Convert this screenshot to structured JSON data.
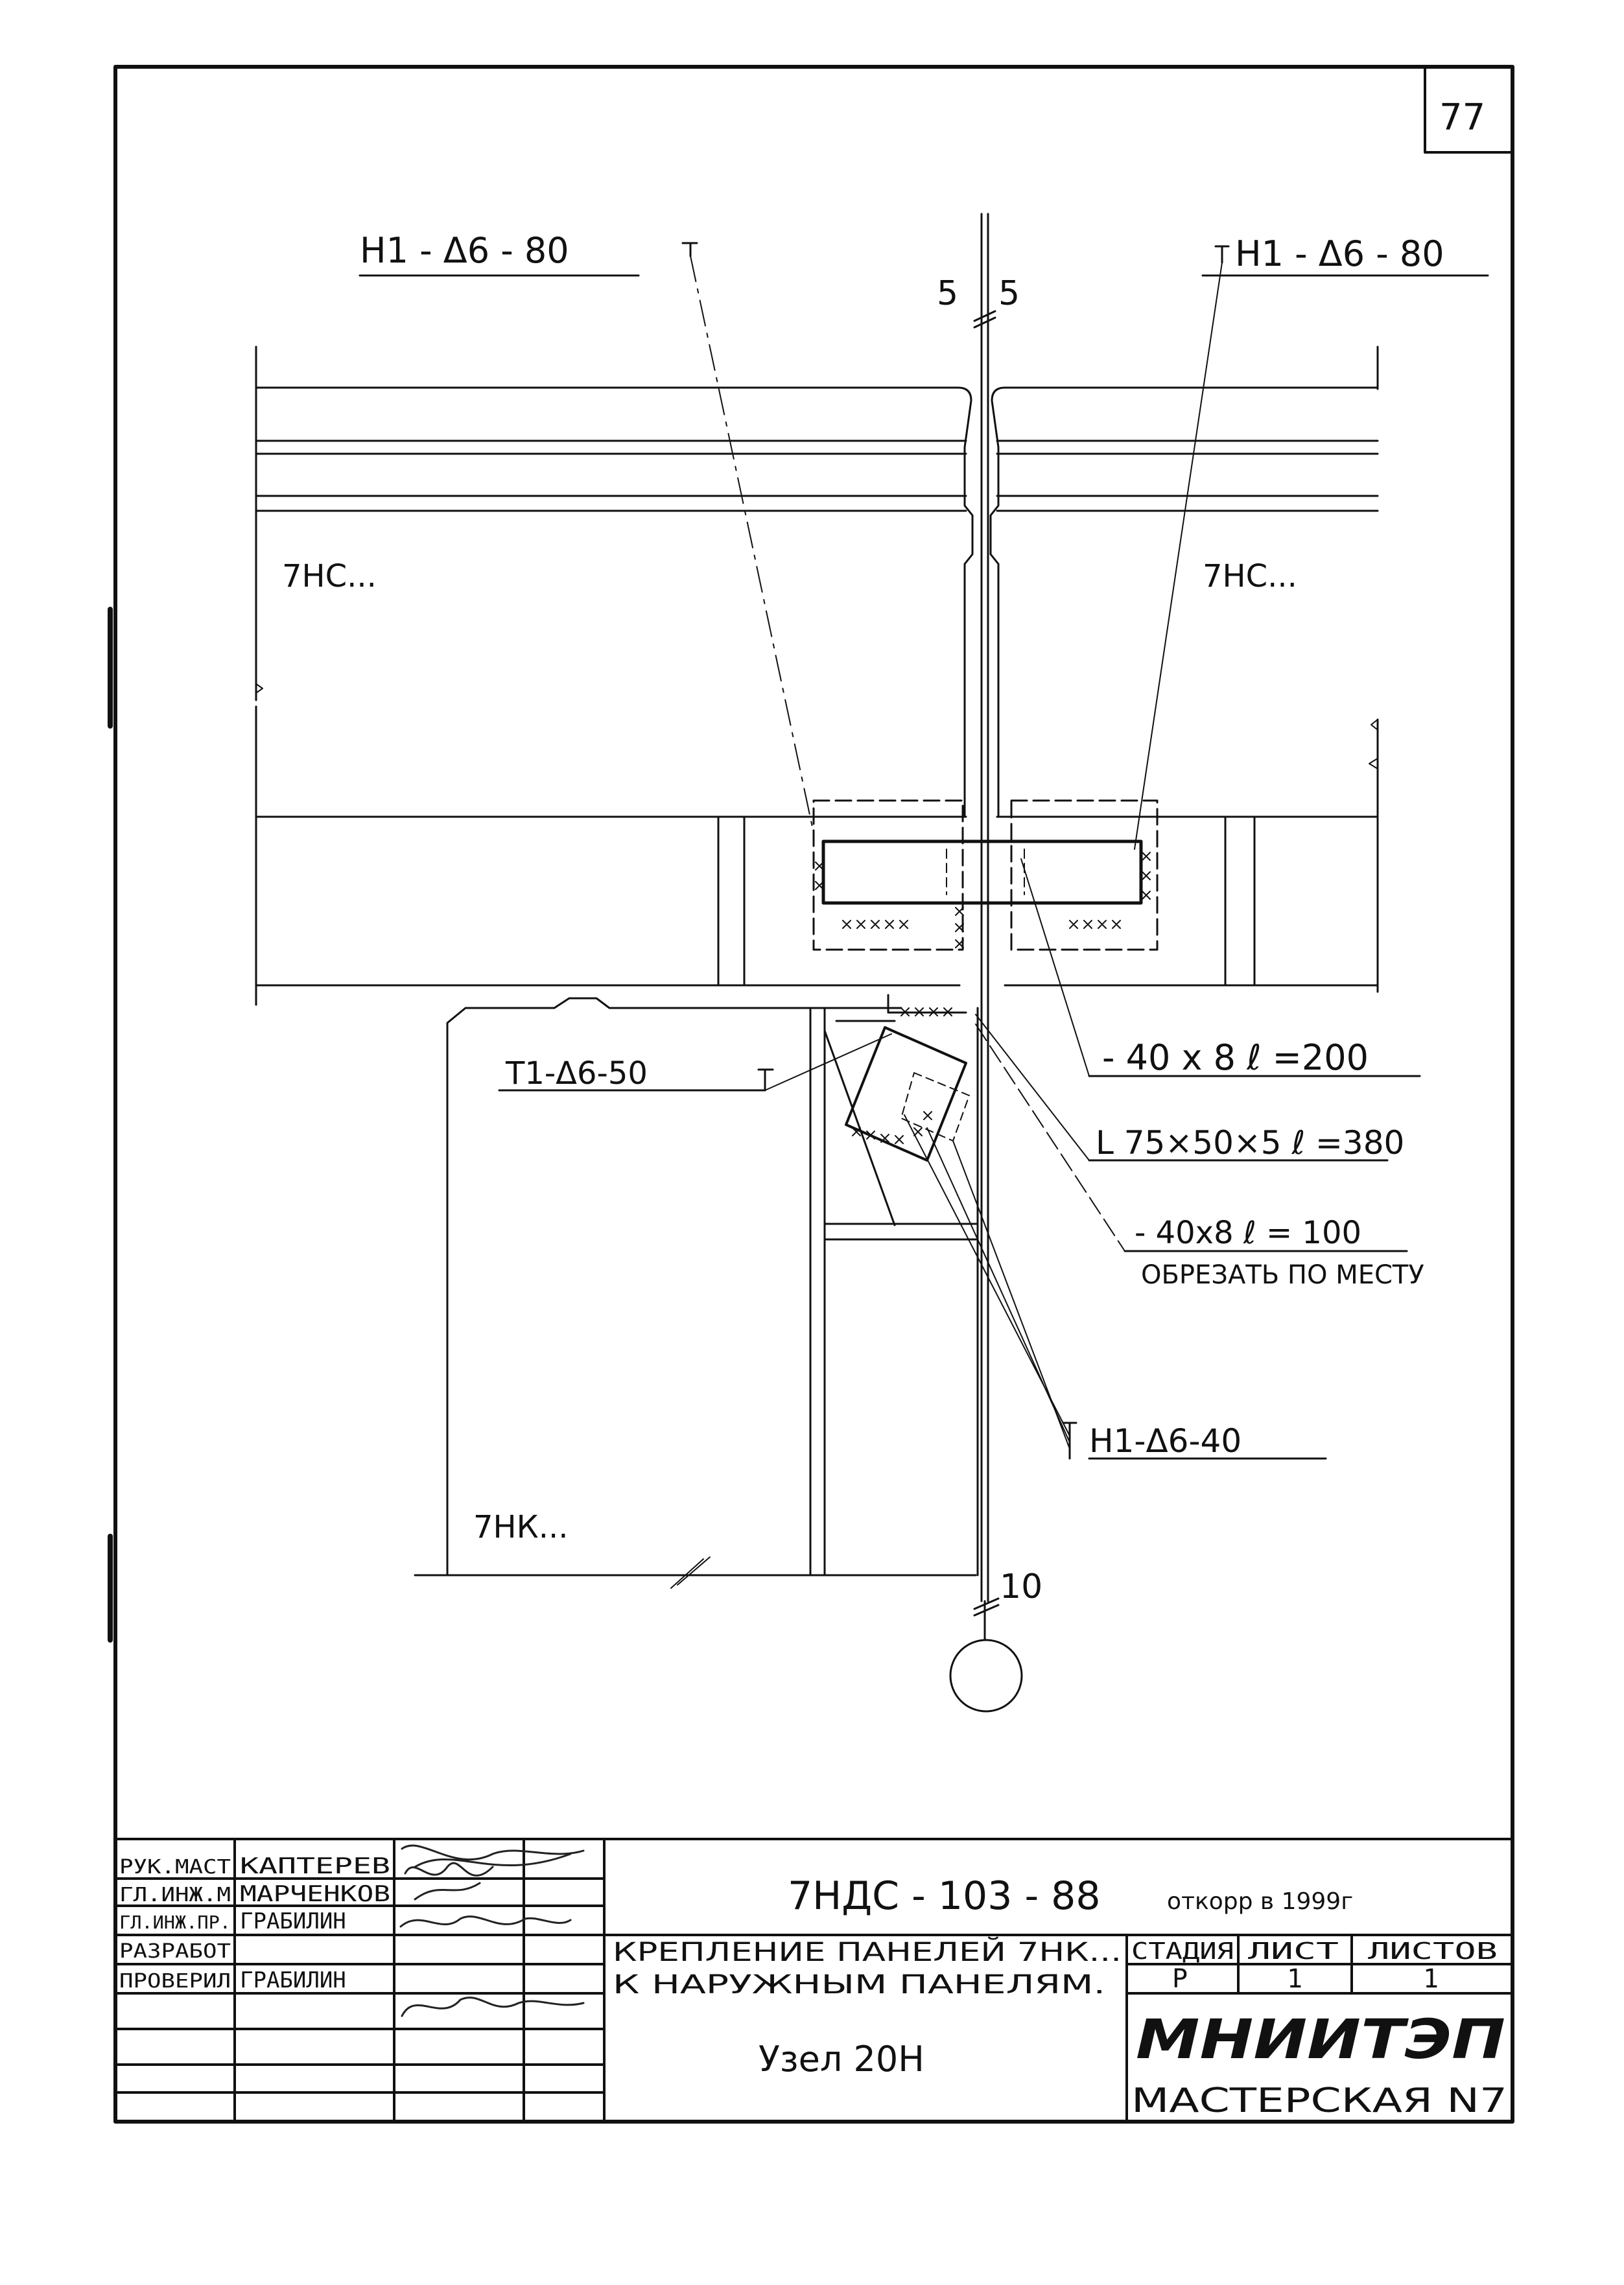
{
  "sheet_number": "77",
  "labels": {
    "weld_top_left": "Н1 - Δ6 - 80",
    "weld_top_right": "Н1 - Δ6 - 80",
    "section_left": "5",
    "section_right": "5",
    "panel_left": "7НС...",
    "panel_right": "7НС...",
    "weld_t1": "Т1-Δ6-50",
    "plate_200": "- 40 х 8  ℓ =200",
    "angle": "L 75×50×5  ℓ =380",
    "plate_100": "- 40х8  ℓ = 100",
    "cut_note": "ОБРЕЗАТЬ ПО МЕСТУ",
    "weld_bottom": "Н1-Δ6-40",
    "panel_bottom": "7НК...",
    "axis_offset": "10"
  },
  "title_block": {
    "roles": [
      "РУК.МАСТ",
      "ГЛ.ИНЖ.М",
      "ГЛ.ИНЖ.ПР.",
      "РАЗРАБОТ",
      "ПРОВЕРИЛ"
    ],
    "names": [
      "КАПТЕРЕВ",
      "МАРЧЕНКОВ",
      "ГРАБИЛИН",
      "",
      "ГРАБИЛИН"
    ],
    "doc_code": "7НДС - 103 - 88",
    "correction": "откорр в 1999г",
    "title_line1": "КРЕПЛЕНИЕ ПАНЕЛЕЙ 7НК...",
    "title_line2": "К НАРУЖНЫМ ПАНЕЛЯМ.",
    "node": "Узел 20Н",
    "stage_header": "СТАДИЯ",
    "sheet_header": "ЛИСТ",
    "sheets_header": "ЛИСТОВ",
    "stage_value": "Р",
    "sheet_value": "1",
    "sheets_value": "1",
    "org": "МНИИТЭП",
    "workshop": "МАСТЕРСКАЯ N7"
  }
}
